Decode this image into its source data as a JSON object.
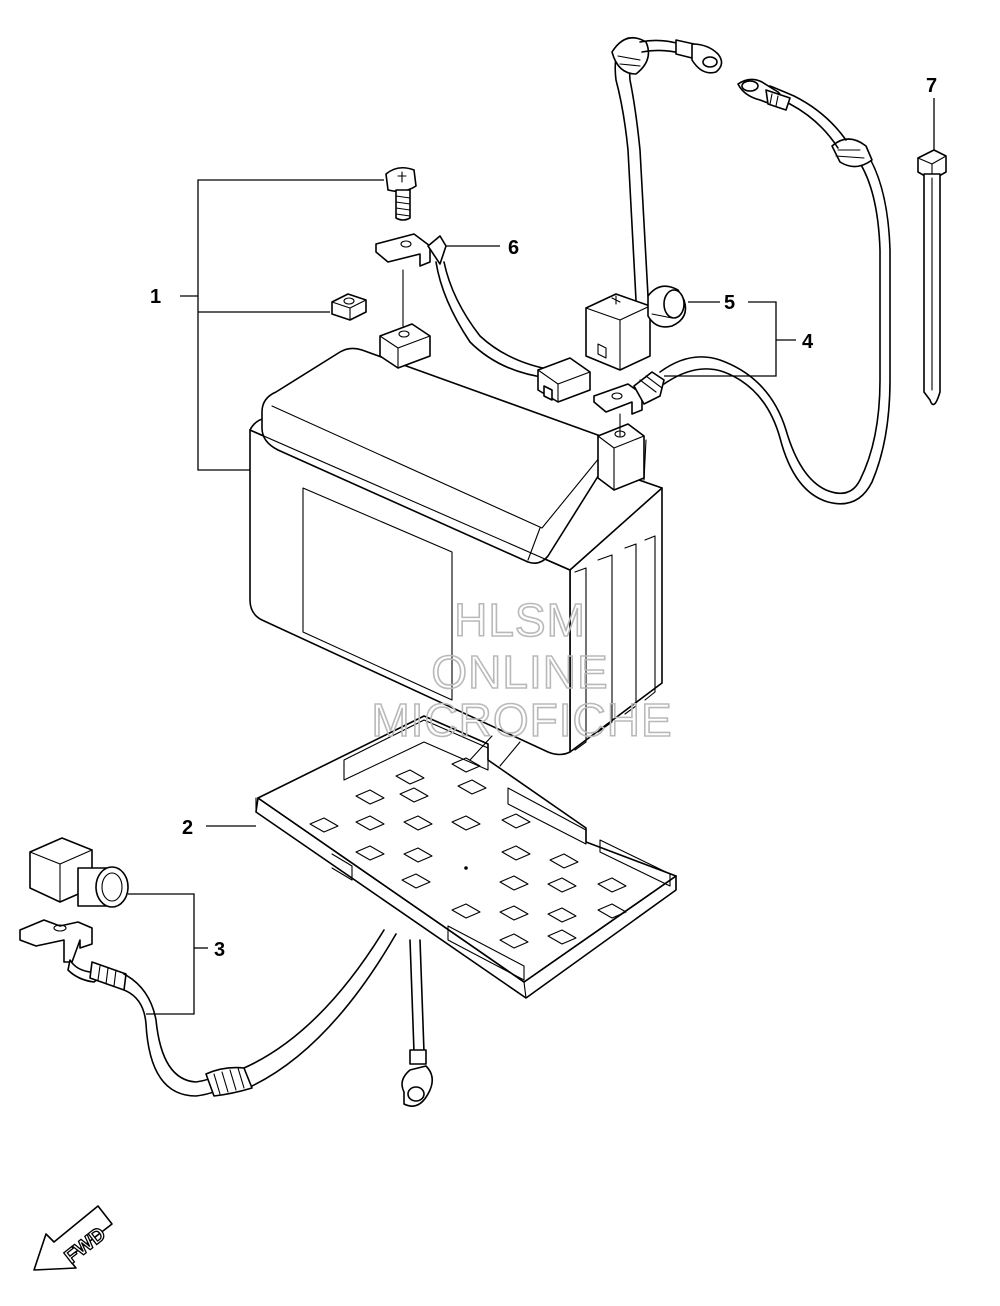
{
  "callouts": {
    "c1": "1",
    "c2": "2",
    "c3": "3",
    "c4": "4",
    "c5": "5",
    "c6": "6",
    "c7": "7"
  },
  "watermark": {
    "line1": "HLSM",
    "line2": "ONLINE",
    "line3": "MICROFICHE"
  },
  "direction_label": "FWD"
}
